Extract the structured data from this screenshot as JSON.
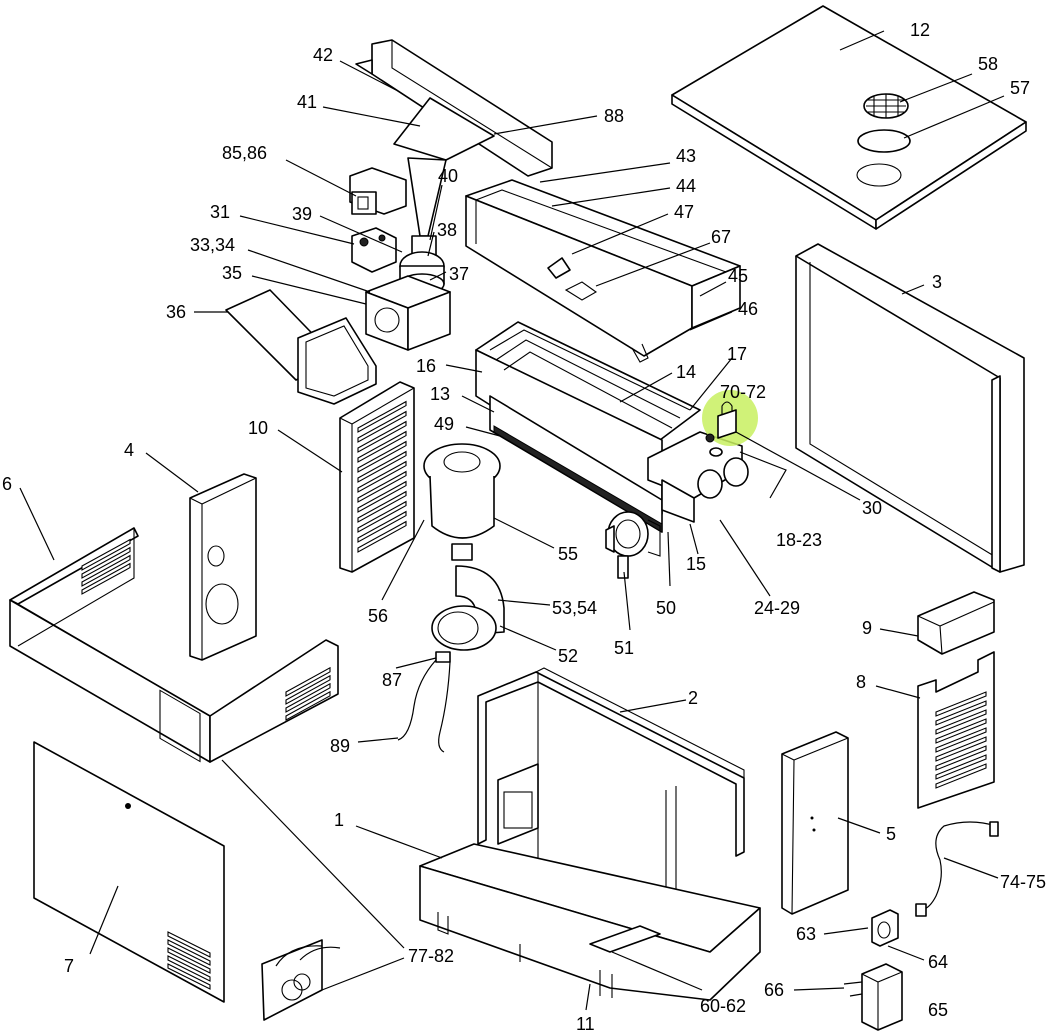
{
  "diagram": {
    "labels": {
      "l1": "1",
      "l2": "2",
      "l3": "3",
      "l4": "4",
      "l5": "5",
      "l6": "6",
      "l7": "7",
      "l8": "8",
      "l9": "9",
      "l10": "10",
      "l11": "11",
      "l12": "12",
      "l13": "13",
      "l14": "14",
      "l15": "15",
      "l16": "16",
      "l17": "17",
      "l18_23": "18-23",
      "l24_29": "24-29",
      "l30": "30",
      "l31": "31",
      "l33_34": "33,34",
      "l35": "35",
      "l36": "36",
      "l37": "37",
      "l38": "38",
      "l39": "39",
      "l40": "40",
      "l41": "41",
      "l42": "42",
      "l43": "43",
      "l44": "44",
      "l45": "45",
      "l46": "46",
      "l47": "47",
      "l49": "49",
      "l50": "50",
      "l51": "51",
      "l52": "52",
      "l53_54": "53,54",
      "l55": "55",
      "l56": "56",
      "l57": "57",
      "l58": "58",
      "l60_62": "60-62",
      "l63": "63",
      "l64": "64",
      "l65": "65",
      "l66": "66",
      "l67": "67",
      "l70_72": "70-72",
      "l74_75": "74-75",
      "l77_82": "77-82",
      "l85_86": "85,86",
      "l87": "87",
      "l88": "88",
      "l89": "89"
    },
    "highlight_color": "#c8f060",
    "stroke_color": "#000000"
  }
}
